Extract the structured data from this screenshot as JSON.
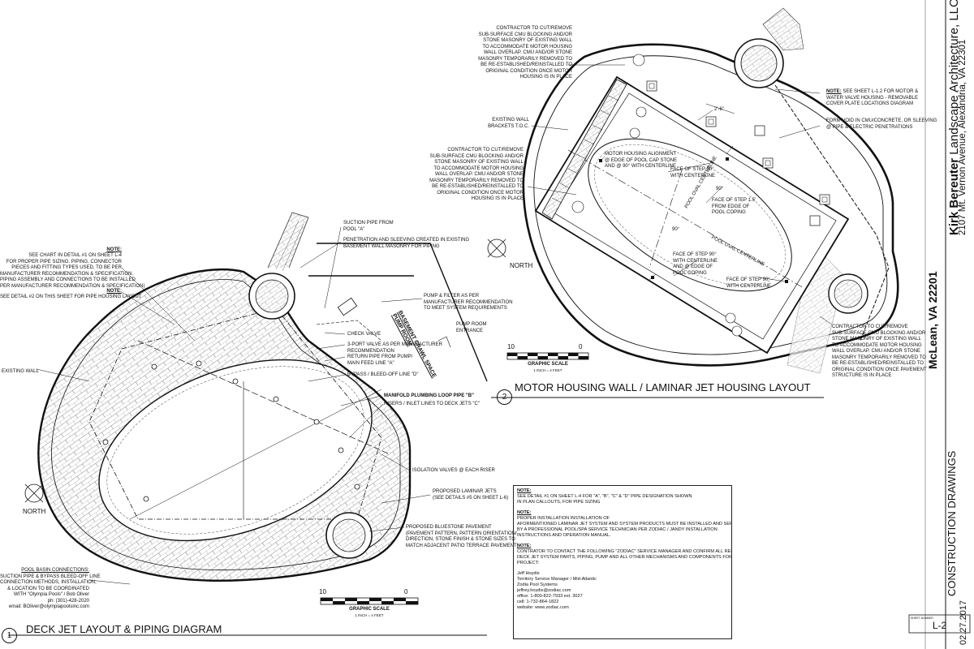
{
  "firm": {
    "name_bold": "Kirk Bereuter",
    "name_rest": " Landscape Architecture, LLC",
    "address": "2107 Mt. Vernon Avenue, Alexandria, VA 22301"
  },
  "project": {
    "city": "McLean, VA 22201"
  },
  "sheet": {
    "set": "CONSTRUCTION DRAWINGS",
    "date": "02.27.2017",
    "number_label": "SHEET NUMBER",
    "number": "L-2"
  },
  "details": {
    "d1": {
      "num": "1",
      "title": "DECK JET LAYOUT & PIPING DIAGRAM"
    },
    "d2": {
      "num": "2",
      "title": "MOTOR HOUSING WALL / LAMINAR JET HOUSING LAYOUT"
    }
  },
  "north": "NORTH",
  "scale": {
    "left": "10",
    "right": "0",
    "label": "GRAPHIC SCALE",
    "sub": "1 INCH = 4 FEET"
  },
  "d1_labels": {
    "note_title": "NOTE:",
    "note1": [
      "SEE CHART IN DETAIL #1 ON SHEET L-4",
      "FOR PROPER PIPE SIZING. PIPING, CONNECTOR",
      "PIECES AND FITTING TYPES USED, TO BE PER",
      "MANUFACTURER RECOMMENDATION & SPECIFICATION.",
      "PIPING ASSEMBLY AND CONNECTIONS TO BE INSTALLED",
      "PER MANUFACTURER RECOMMENDATION & SPECIFICATION)"
    ],
    "note2": "SEE DETAIL #2 ON THIS SHEET FOR PIPE HOUSING LAYOUT",
    "existing_wall": "EXISTING WALL",
    "suction": [
      "SUCTION PIPE FROM",
      "POOL \"A\""
    ],
    "penetration": [
      "PENETRATION AND SLEEVING CREATED IN EXISTING",
      "BASEMENT WALL MASONRY FOR PIPING"
    ],
    "pump": [
      "PUMP & FILTER AS PER",
      "MANUFACTURER RECOMMENDATION",
      "TO MEET SYSTEM REQUIREMENTS"
    ],
    "basement": [
      "BASEMENT CRAWL SPACE",
      "PUMP ROOM"
    ],
    "pump_entrance": [
      "PUMP ROOM",
      "ENTRANCE"
    ],
    "check_valve": "CHECK VALVE",
    "three_port": [
      "3-PORT VALVE AS PER MANUFACTURER",
      "RECOMMENDATION"
    ],
    "return_pipe": [
      "RETURN PIPE FROM PUMP/",
      "MAIN FEED LINE \"A\""
    ],
    "bypass": "BYPASS / BLEED-OFF LINE \"D\"",
    "manifold": "MANIFOLD PLUMBING LOOP PIPE \"B\"",
    "risers": "RISERS / INLET LINES TO DECK JETS \"C\"",
    "isolation": "ISOLATION VALVES @ EACH RISER",
    "laminar": [
      "PROPOSED LAMINAR JETS",
      "(SEE DETAILS #5 ON SHEET L-6)"
    ],
    "bluestone": [
      "PROPOSED BLUESTONE PAVEMENT",
      "(PAVEMENT PATTERN, PATTERN ORIENTATION/",
      "DIRECTION, STONE FINISH & STONE SIZES TO",
      "MATCH ADJACENT PATIO TERRACE PAVEMENT)"
    ],
    "basin": [
      "POOL BASIN CONNECTIONS:",
      "SUCTION PIPE & BYPASS BLEED-OFF LINE",
      "CONNECTION METHODS, INSTALLATION,",
      "& LOCATION TO BE COORDINATED",
      "WITH \"Olympia Pools\" / Bob Oliver",
      "ph: (301)-428-2020",
      "email: BOliver@olympiapoolsinc.com"
    ]
  },
  "d2_labels": {
    "contractor1": [
      "CONTRACTOR TO CUT/REMOVE",
      "SUB-SURFACE CMU BLOCKING AND/OR",
      "STONE MASONRY OF EXISTING WALL",
      "TO ACCOMMODATE MOTOR HOUSING",
      "WALL OVERLAP. CMU AND/OR STONE",
      "MASONRY TEMPORARILY REMOVED TO",
      "BE RE-ESTABLISHED/REINSTALLED TO",
      "ORIGINAL CONDITION ONCE MOTOR",
      "HOUSING IS IN PLACE"
    ],
    "contractor2": [
      "CONTRACTOR TO CUT/REMOVE",
      "SUB-SURFACE CMU BLOCKING AND/OR",
      "STONE MASONRY OF EXISTING WALL",
      "TO ACCOMMODATE MOTOR HOUSING",
      "WALL OVERLAP. CMU AND/OR STONE",
      "MASONRY TEMPORARILY REMOVED TO",
      "BE RE-ESTABLISHED/REINSTALLED TO",
      "ORIGINAL CONDITION ONCE MOTOR",
      "HOUSING IS IN PLACE"
    ],
    "contractor3": [
      "CONTRACTOR TO CUT/REMOVE",
      "SUB-SURFACE CMU BLOCKING AND/OR",
      "STONE MASONRY OF EXISTING WALL",
      "TO ACCOMMODATE MOTOR HOUSING",
      "WALL OVERLAP. CMU AND/OR STONE",
      "MASONRY TEMPORARILY REMOVED TO",
      "BE RE-ESTABLISHED/REINSTALLED TO",
      "ORIGINAL CONDITION ONCE PAVEMENT",
      "STRUCTURE IS IN PLACE"
    ],
    "existing_wall": [
      "EXISTING WALL",
      "BRACKETS T.O.C."
    ],
    "note_title": "NOTE:",
    "note": [
      "SEE SHEET L-1.2 FOR MOTOR &",
      "WATER VALVE HOUSING - REMOVABLE",
      "COVER PLATE LOCATIONS DIAGRAM"
    ],
    "form_void": [
      "FORM VOID IN CMU/CONCRETE, OR SLEEVING",
      "@ PIPE & ELECTRIC PENETRATIONS"
    ],
    "alignment": [
      "MOTOR HOUSING ALIGNMENT",
      "@ EDGE OF POOL CAP STONE",
      "AND @ 90° WITH CENTERLINE"
    ],
    "step1": [
      "FACE OF STEP 90°",
      "WITH CENTERLINE"
    ],
    "step2": [
      "FACE OF STEP 1.5'",
      "FROM EDGE OF",
      "POOL COPING"
    ],
    "step3": [
      "FACE OF STEP 90°",
      "WITH CENTERLINE",
      "AND @ EDGE OF",
      "POOL COPING"
    ],
    "step4": [
      "FACE OF STEP 90°",
      "WITH CENTERLINE"
    ],
    "centerline": "POOL OVAL CENTERLINE",
    "dim": "2'-6\"",
    "ninety": "90°"
  },
  "general_notes": {
    "n1_title": "NOTE:",
    "n1": [
      "SEE DETAIL #1 ON SHEET L-4 FOR \"A\", \"B\", \"C\" & \"D\" PIPE DESIGNATION SHOWN",
      "IN PLAN CALLOUTS, FOR PIPE SIZING"
    ],
    "n2_title": "NOTE:",
    "n2": [
      "PROPER INSTALLATION INSTALLATION OF",
      "AFORMENTIONED LAMINAR JET SYSTEM AND SYSTEM PRODUCTS MUST BE INSTALLED AND SERVICED",
      "BY A PROFESSIONAL POOL/SPA SERVICE TECHNICIAN PER ZODIAC / JANDY INSTALLATION",
      "INSTRUCTIONS AND OPERATION MANUAL."
    ],
    "n3_title": "NOTE:",
    "n3": [
      "CONTRATOR TO CONTACT THE FOLLOWING \"ZODIAC\" SERVICE MANAGER AND CONFIRM ALL RELEVANT",
      "DECK JET SYSTEM PARTS, PIPING, PUMP AND ALL OTHER MECHANISMS AND COMPONENTS FOR THIS",
      "PROJECT:"
    ],
    "contact": [
      "Jeff Hoydis",
      "Territory Service Manager / Mid-Atlantic",
      "Zodia Pool Systems",
      "jeffrey.hoydis@zodiac.com",
      "office: 1-800-822-7933 ext. 3027",
      "cell: 1-732-864-1822",
      "website: www.zodiac.com"
    ]
  },
  "colors": {
    "ink": "#111111",
    "paving": "#9a9a9a",
    "paper": "#ffffff"
  }
}
